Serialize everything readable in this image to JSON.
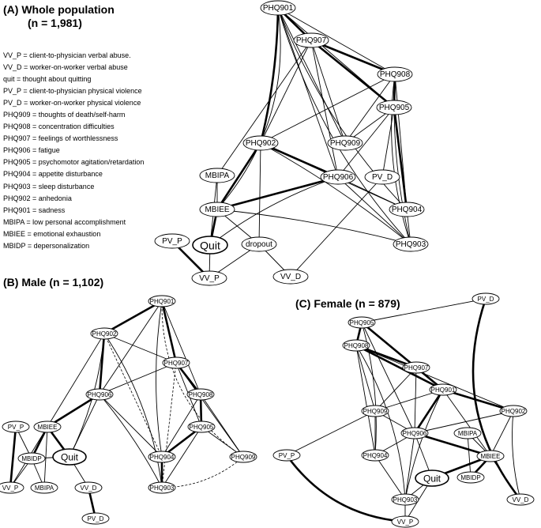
{
  "panels": {
    "a": {
      "title_line1": "(A)  Whole population",
      "title_line2": "(n = 1,981)"
    },
    "b": {
      "title": "(B) Male (n = 1,102)"
    },
    "c": {
      "title": "(C) Female (n = 879)"
    }
  },
  "legend": [
    "VV_P = client-to-physician verbal abuse.",
    "VV_D = worker-on-worker verbal abuse",
    "quit = thought about quitting",
    "PV_P = client-to-physician physical violence",
    "PV_D = worker-on-worker physical violence",
    "PHQ909 = thoughts of death/self-harm",
    "PHQ908 = concentration difficulties",
    "PHQ907 = feelings of worthlessness",
    "PHQ906 = fatigue",
    "PHQ905 = psychomotor agitation/retardation",
    "PHQ904 = appetite disturbance",
    "PHQ903 = sleep disturbance",
    "PHQ902 = anhedonia",
    "PHQ901 = sadness",
    "MBIPA = low personal accomplishment",
    "MBIEE = emotional exhaustion",
    "MBIDP = depersonalization"
  ],
  "graphs": [
    {
      "id": "a",
      "nodes": [
        {
          "id": "PHQ901",
          "label": "PHQ901"
        },
        {
          "id": "PHQ907",
          "label": "PHQ907"
        },
        {
          "id": "PHQ908",
          "label": "PHQ908"
        },
        {
          "id": "PHQ905",
          "label": "PHQ905"
        },
        {
          "id": "PHQ902",
          "label": "PHQ902"
        },
        {
          "id": "PHQ909",
          "label": "PHQ909"
        },
        {
          "id": "MBIPA",
          "label": "MBIPA"
        },
        {
          "id": "PHQ906",
          "label": "PHQ906"
        },
        {
          "id": "PV_D",
          "label": "PV_D"
        },
        {
          "id": "MBIEE",
          "label": "MBIEE"
        },
        {
          "id": "PHQ904",
          "label": "PHQ904"
        },
        {
          "id": "PV_P",
          "label": "PV_P"
        },
        {
          "id": "Quit",
          "label": "Quit"
        },
        {
          "id": "dropout",
          "label": "dropout"
        },
        {
          "id": "PHQ903",
          "label": "PHQ903"
        },
        {
          "id": "VV_P",
          "label": "VV_P"
        },
        {
          "id": "VV_D",
          "label": "VV_D"
        }
      ],
      "edges": [
        [
          "PHQ901",
          "PHQ907",
          "thick"
        ],
        [
          "PHQ901",
          "PHQ908",
          "thin"
        ],
        [
          "PHQ901",
          "PHQ902",
          "thick"
        ],
        [
          "PHQ901",
          "PHQ905",
          "thin"
        ],
        [
          "PHQ901",
          "PHQ909",
          "thin"
        ],
        [
          "PHQ901",
          "PHQ906",
          "thin"
        ],
        [
          "PHQ901",
          "MBIEE",
          "thin"
        ],
        [
          "PHQ901",
          "PHQ904",
          "thin"
        ],
        [
          "PHQ901",
          "PHQ903",
          "thin"
        ],
        [
          "PHQ907",
          "PHQ908",
          "thick"
        ],
        [
          "PHQ907",
          "PHQ905",
          "thick"
        ],
        [
          "PHQ907",
          "PHQ902",
          "thin"
        ],
        [
          "PHQ907",
          "PHQ909",
          "thin"
        ],
        [
          "PHQ907",
          "PHQ906",
          "thin"
        ],
        [
          "PHQ907",
          "MBIPA",
          "thin"
        ],
        [
          "PHQ908",
          "PHQ905",
          "thick"
        ],
        [
          "PHQ908",
          "PHQ902",
          "thin"
        ],
        [
          "PHQ908",
          "PHQ909",
          "thin"
        ],
        [
          "PHQ908",
          "PHQ904",
          "thin"
        ],
        [
          "PHQ908",
          "PHQ903",
          "thin"
        ],
        [
          "PHQ905",
          "PHQ909",
          "thin"
        ],
        [
          "PHQ905",
          "PHQ906",
          "thin"
        ],
        [
          "PHQ905",
          "PHQ904",
          "thick"
        ],
        [
          "PHQ905",
          "PHQ903",
          "thin"
        ],
        [
          "PHQ905",
          "PV_D",
          "thin"
        ],
        [
          "PHQ902",
          "PHQ906",
          "thick"
        ],
        [
          "PHQ902",
          "MBIEE",
          "thick"
        ],
        [
          "PHQ902",
          "PHQ904",
          "thin"
        ],
        [
          "PHQ902",
          "PHQ903",
          "thin"
        ],
        [
          "PHQ902",
          "dropout",
          "thin"
        ],
        [
          "MBIPA",
          "MBIEE",
          "thin"
        ],
        [
          "MBIPA",
          "Quit",
          "thin"
        ],
        [
          "PHQ906",
          "MBIEE",
          "thick"
        ],
        [
          "PHQ906",
          "PHQ904",
          "thin"
        ],
        [
          "PHQ906",
          "PHQ903",
          "thin"
        ],
        [
          "PHQ906",
          "Quit",
          "thin"
        ],
        [
          "PV_D",
          "VV_D",
          "thin"
        ],
        [
          "MBIEE",
          "Quit",
          "thick"
        ],
        [
          "MBIEE",
          "dropout",
          "thin"
        ],
        [
          "MBIEE",
          "PHQ903",
          "thin"
        ],
        [
          "PHQ904",
          "PHQ903",
          "thin"
        ],
        [
          "PV_P",
          "VV_P",
          "thick"
        ],
        [
          "Quit",
          "VV_P",
          "thin"
        ],
        [
          "dropout",
          "VV_P",
          "thin"
        ],
        [
          "dropout",
          "VV_D",
          "thin"
        ]
      ]
    },
    {
      "id": "b",
      "nodes": [
        {
          "id": "PHQ901",
          "label": "PHQ901"
        },
        {
          "id": "PHQ902",
          "label": "PHQ902"
        },
        {
          "id": "PHQ907",
          "label": "PHQ907"
        },
        {
          "id": "PHQ906",
          "label": "PHQ906"
        },
        {
          "id": "PHQ908",
          "label": "PHQ908"
        },
        {
          "id": "PV_P",
          "label": "PV_P"
        },
        {
          "id": "MBIEE",
          "label": "MBIEE"
        },
        {
          "id": "PHQ905",
          "label": "PHQ905"
        },
        {
          "id": "MBIDP",
          "label": "MBIDP"
        },
        {
          "id": "Quit",
          "label": "Quit"
        },
        {
          "id": "PHQ904",
          "label": "PHQ904"
        },
        {
          "id": "PHQ909",
          "label": "PHQ909"
        },
        {
          "id": "VV_P",
          "label": "VV_P"
        },
        {
          "id": "MBIPA",
          "label": "MBIPA"
        },
        {
          "id": "VV_D",
          "label": "VV_D"
        },
        {
          "id": "PHQ903",
          "label": "PHQ903"
        },
        {
          "id": "PV_D",
          "label": "PV_D"
        }
      ],
      "edges": [
        [
          "PHQ901",
          "PHQ902",
          "thick"
        ],
        [
          "PHQ901",
          "PHQ907",
          "thick"
        ],
        [
          "PHQ901",
          "PHQ906",
          "thin"
        ],
        [
          "PHQ901",
          "PHQ908",
          "thin"
        ],
        [
          "PHQ901",
          "PHQ909",
          "dashed"
        ],
        [
          "PHQ901",
          "PHQ904",
          "thin"
        ],
        [
          "PHQ902",
          "PHQ907",
          "thin"
        ],
        [
          "PHQ902",
          "PHQ906",
          "thick"
        ],
        [
          "PHQ902",
          "MBIEE",
          "thin"
        ],
        [
          "PHQ902",
          "PHQ903",
          "thin"
        ],
        [
          "PHQ902",
          "Quit",
          "thin"
        ],
        [
          "PHQ902",
          "PHQ904",
          "dashed"
        ],
        [
          "PHQ907",
          "PHQ908",
          "thick"
        ],
        [
          "PHQ907",
          "PHQ905",
          "thin"
        ],
        [
          "PHQ907",
          "PHQ906",
          "thin"
        ],
        [
          "PHQ907",
          "PHQ903",
          "dashed"
        ],
        [
          "PHQ907",
          "PHQ909",
          "thin"
        ],
        [
          "PHQ906",
          "MBIEE",
          "thick"
        ],
        [
          "PHQ906",
          "PHQ904",
          "thin"
        ],
        [
          "PHQ906",
          "PHQ903",
          "thin"
        ],
        [
          "PHQ906",
          "Quit",
          "thin"
        ],
        [
          "PHQ908",
          "PHQ905",
          "thick"
        ],
        [
          "PHQ908",
          "PHQ909",
          "thin"
        ],
        [
          "PHQ908",
          "PHQ904",
          "thin"
        ],
        [
          "PHQ905",
          "PHQ904",
          "thick"
        ],
        [
          "PHQ905",
          "PHQ909",
          "thin"
        ],
        [
          "PHQ905",
          "PHQ903",
          "thin"
        ],
        [
          "PV_P",
          "VV_P",
          "thick"
        ],
        [
          "PV_P",
          "MBIDP",
          "thin"
        ],
        [
          "MBIEE",
          "MBIDP",
          "thick"
        ],
        [
          "MBIEE",
          "Quit",
          "thick"
        ],
        [
          "MBIEE",
          "MBIPA",
          "thin"
        ],
        [
          "MBIEE",
          "VV_P",
          "thin"
        ],
        [
          "MBIDP",
          "Quit",
          "thin"
        ],
        [
          "MBIDP",
          "VV_P",
          "thin"
        ],
        [
          "MBIDP",
          "MBIPA",
          "thin"
        ],
        [
          "Quit",
          "VV_D",
          "thin"
        ],
        [
          "PHQ904",
          "PHQ903",
          "thick"
        ],
        [
          "PHQ909",
          "PHQ903",
          "dashed"
        ],
        [
          "VV_D",
          "PV_D",
          "thick"
        ]
      ]
    },
    {
      "id": "c",
      "nodes": [
        {
          "id": "PV_D",
          "label": "PV_D"
        },
        {
          "id": "PHQ905",
          "label": "PHQ905"
        },
        {
          "id": "PHQ908",
          "label": "PHQ908"
        },
        {
          "id": "PHQ907",
          "label": "PHQ907"
        },
        {
          "id": "PHQ901",
          "label": "PHQ901"
        },
        {
          "id": "PHQ909",
          "label": "PHQ909"
        },
        {
          "id": "PHQ902",
          "label": "PHQ902"
        },
        {
          "id": "PHQ906",
          "label": "PHQ906"
        },
        {
          "id": "MBIPA",
          "label": "MBIPA"
        },
        {
          "id": "PV_P",
          "label": "PV_P"
        },
        {
          "id": "PHQ904",
          "label": "PHQ904"
        },
        {
          "id": "MBIEE",
          "label": "MBIEE"
        },
        {
          "id": "Quit",
          "label": "Quit"
        },
        {
          "id": "MBIDP",
          "label": "MBIDP"
        },
        {
          "id": "PHQ903",
          "label": "PHQ903"
        },
        {
          "id": "VV_D",
          "label": "VV_D"
        },
        {
          "id": "VV_P",
          "label": "VV_P"
        }
      ],
      "edges": [
        [
          "PV_D",
          "PHQ905",
          "thin"
        ],
        [
          "PV_D",
          "VV_D",
          "thick"
        ],
        [
          "PHQ905",
          "PHQ908",
          "thick"
        ],
        [
          "PHQ905",
          "PHQ907",
          "thick"
        ],
        [
          "PHQ905",
          "PHQ901",
          "thin"
        ],
        [
          "PHQ905",
          "PHQ906",
          "thin"
        ],
        [
          "PHQ905",
          "PHQ904",
          "thin"
        ],
        [
          "PHQ908",
          "PHQ907",
          "thick"
        ],
        [
          "PHQ908",
          "PHQ901",
          "thick"
        ],
        [
          "PHQ908",
          "PHQ902",
          "thin"
        ],
        [
          "PHQ908",
          "PHQ909",
          "thin"
        ],
        [
          "PHQ908",
          "PHQ904",
          "thin"
        ],
        [
          "PHQ908",
          "PHQ903",
          "thin"
        ],
        [
          "PHQ907",
          "PHQ901",
          "thick"
        ],
        [
          "PHQ907",
          "PHQ909",
          "thin"
        ],
        [
          "PHQ907",
          "PHQ906",
          "thin"
        ],
        [
          "PHQ901",
          "PHQ902",
          "thick"
        ],
        [
          "PHQ901",
          "PHQ906",
          "thick"
        ],
        [
          "PHQ901",
          "PHQ909",
          "thin"
        ],
        [
          "PHQ901",
          "MBIEE",
          "thin"
        ],
        [
          "PHQ901",
          "PHQ903",
          "thin"
        ],
        [
          "PHQ909",
          "PV_P",
          "thin"
        ],
        [
          "PHQ909",
          "PHQ906",
          "thin"
        ],
        [
          "PHQ909",
          "PHQ904",
          "thin"
        ],
        [
          "PHQ902",
          "PHQ906",
          "thin"
        ],
        [
          "PHQ902",
          "MBIEE",
          "thin"
        ],
        [
          "PHQ902",
          "VV_D",
          "thin"
        ],
        [
          "PHQ906",
          "PHQ904",
          "thin"
        ],
        [
          "PHQ906",
          "MBIEE",
          "thick"
        ],
        [
          "PHQ906",
          "Quit",
          "thin"
        ],
        [
          "PHQ906",
          "PHQ903",
          "thin"
        ],
        [
          "MBIPA",
          "MBIEE",
          "thin"
        ],
        [
          "MBIPA",
          "MBIDP",
          "thin"
        ],
        [
          "PV_P",
          "VV_P",
          "thick"
        ],
        [
          "PHQ904",
          "PHQ903",
          "thin"
        ],
        [
          "MBIEE",
          "Quit",
          "thick"
        ],
        [
          "MBIEE",
          "MBIDP",
          "thick"
        ],
        [
          "MBIEE",
          "VV_D",
          "thin"
        ],
        [
          "Quit",
          "PHQ903",
          "thin"
        ],
        [
          "Quit",
          "VV_P",
          "thin"
        ],
        [
          "PHQ903",
          "VV_P",
          "thin"
        ]
      ]
    }
  ]
}
